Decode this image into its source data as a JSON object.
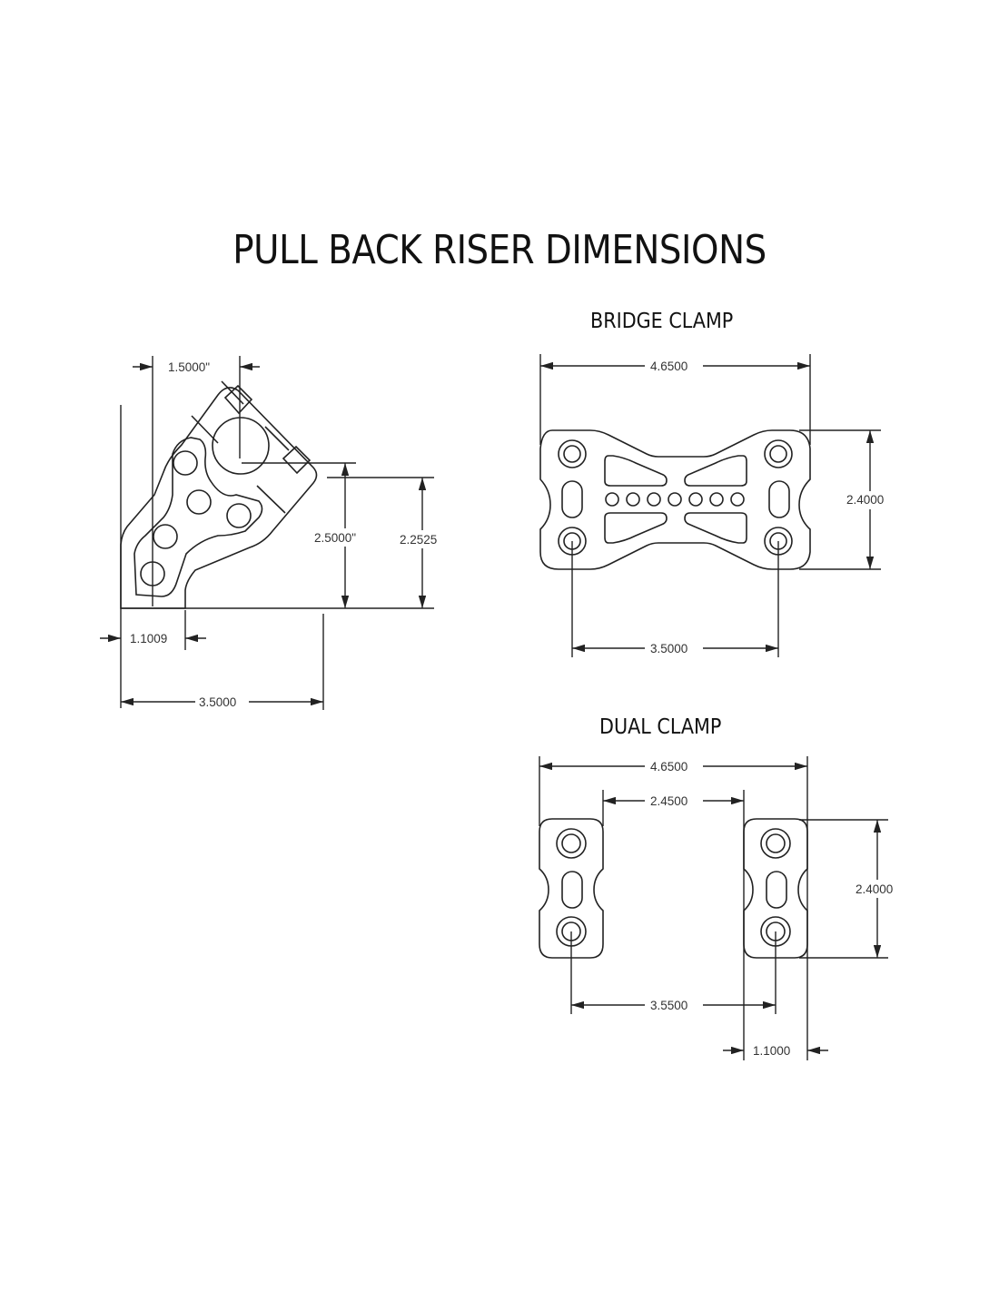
{
  "title": "PULL BACK RISER DIMENSIONS",
  "riser": {
    "dims": {
      "top_width": "1.5000\"",
      "height_center": "2.5000\"",
      "height": "2.2525",
      "base_offset": "1.1009",
      "overall_width": "3.5000"
    }
  },
  "bridge_clamp": {
    "label": "BRIDGE CLAMP",
    "dims": {
      "overall_width": "4.6500",
      "height": "2.4000",
      "hole_spacing": "3.5000"
    }
  },
  "dual_clamp": {
    "label": "DUAL CLAMP",
    "dims": {
      "overall_width": "4.6500",
      "inner_gap": "2.4500",
      "height": "2.4000",
      "hole_spacing": "3.5500",
      "piece_width": "1.1000"
    }
  }
}
